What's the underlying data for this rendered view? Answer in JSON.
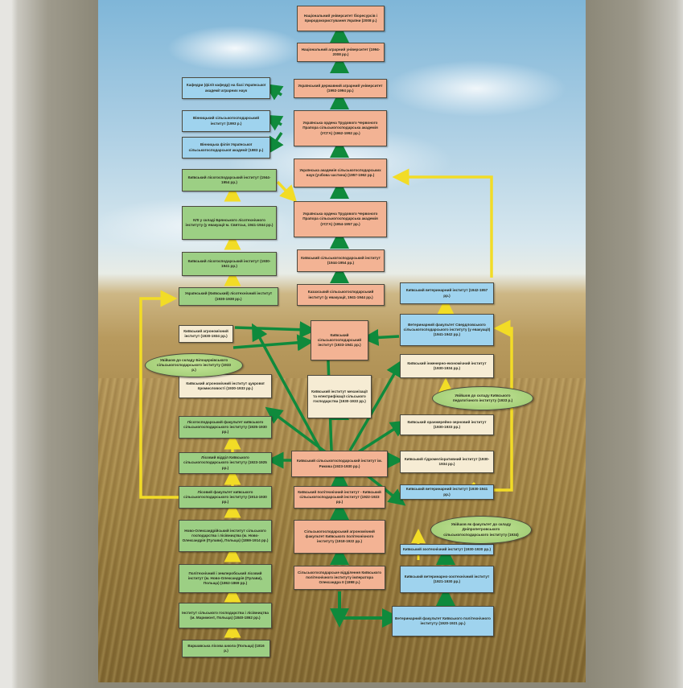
{
  "nodes": {
    "c1": "Національний університет біоресурсів і природокористування України (2008 р.)",
    "c2": "Національний аграрний університет (1994-2008 рр.)",
    "c3": "Український державний аграрний університет (1992-1994 рр.)",
    "c4": "Українська ордена Трудового Червоного Прапора сільськогосподарська академія (УСГА) (1962-1992 рр.)",
    "c5": "Українська академія сільськогосподарських наук (учбова частина) (1957-1962 рр.)",
    "c6": "Українська ордена Трудового Червоного Прапора сільськогосподарська академія (УСГА) (1954-1957 рр.)",
    "c7": "Київський сільськогосподарський інститут (1944-1954 рр.)",
    "c8": "Казахський сільськогосподарський інститут (у евакуації, 1941-1944 рр.)",
    "c9": "Київський сільськогосподарський інститут (1933-1941 рр.)",
    "c10": "Київський інститут механізації та електрифікації сільського господарства (1930-1933 рр.)",
    "c11": "Київський сільськогосподарський інститут ім. Рикова (1923-1930 рр.)",
    "c12": "Київський політехнічний інститут - Київський сільськогосподарський інститут (1922-1923 рр.)",
    "c13": "Сільськогосподарський агрономічний факультет Київського політехнічного інституту (1918-1922 рр.)",
    "c14": "Сільськогосподарське відділення Київського політехнічного інституту імператора Олександра II (1898 р.)",
    "l1": "Кафедри (філії кафедр) на базі Української академії аграрних наук",
    "l2": "Вінницький сільськогосподарський інститут (1993 р.)",
    "l3": "Вінницька філія Української сільськогосподарської академії (1983 р.)",
    "l4": "Київський лісогосподарський інститут (1944-1954 рр.)",
    "l5": "КЛІ у складі Брянського лісотехнічного інституту (у евакуації м. Святськ, 1941-1944 рр.)",
    "l6": "Київський лісогосподарський інститут (1930-1941 рр.)",
    "l7": "Український (Київський) лісотехнічний інститут (1930-1938 рр.)",
    "l8": "Київський агрономічний інститут (1930-1934 рр.)",
    "l9": "Київський агрономічний інститут цукрової промисловості (1930-1933 рр.)",
    "l10": "Лісогосподарський факультет київського сільськогосподарського інституту (1925-1930 рр.)",
    "l11": "Лісовий відділ Київського сільськогосподарського інституту (1923-1925 рр.)",
    "l12": "Лісовий факультет київського сільськогосподарського інституту (1914-1930 рр.)",
    "l13": "Ново-Олександрійський інститут сільського господарства і лісівництва (м. Ново-Олександрія (Пулави), Польща) (1869-1914 рр.)",
    "l14": "Політехнічний і землеробський лісовий інститут (м. Ново-Олександрія (Пулави), Польща) (1862-1869 рр.)",
    "l15": "Інститут сільського господарства і лісівництва (м. Маримонт, Польща) (1840-1862 рр.)",
    "l16": "Варшавська лісова школа (Польща) (1816 р.)",
    "r1": "Київський ветеринарний інститут (1942-1957 рр.)",
    "r2": "Ветеринарний факультет Свердловського сільськогосподарського інституту (у евакуації) (1941-1942 рр.)",
    "r3": "Київський інженерно-економічний інститут (1930-1934 рр.)",
    "r4": "Київський оранжерейно-зерновий інститут (1930-1933 рр.)",
    "r5": "Київський гідромеліоративний інститут (1930-1934 рр.)",
    "r6": "Київський ветеринарний інститут (1930-1941 рр.)",
    "r7": "Київський зоотехнічний інститут (1930-1930 рр.)",
    "r8": "Київський ветеринарно-зоотехнічний інститут (1921-1930 рр.)",
    "r9": "Ветеринарний факультет Київського політехнічного інституту (1920-1921 рр.)"
  },
  "ovals": {
    "o1": "Увійшов до складу Білоцерківського сільськогосподарського інституту (1933 р.)",
    "o2": "Увійшов до складу Київського педагогічного інституту (1933 р.)",
    "o3": "Увійшов як факультет до складу Дніпропетровського сільськогосподарського інституту (1934)"
  },
  "colors": {
    "orange": "#f3b394",
    "blue": "#9fd3ee",
    "green": "#9ccf84",
    "cream": "#f6ecd4",
    "arrow_green": "#0f8a3c",
    "arrow_yellow": "#f2dc26"
  }
}
